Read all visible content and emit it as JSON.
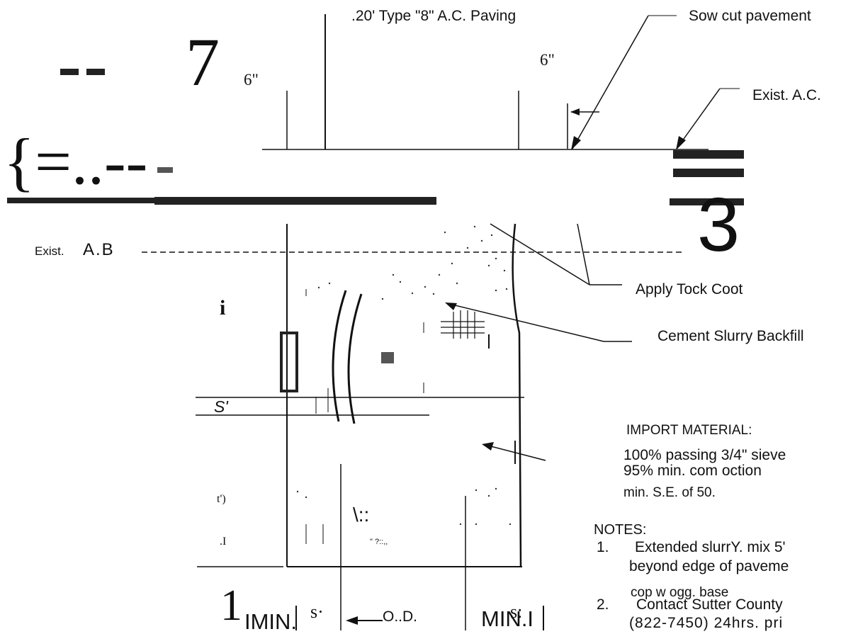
{
  "labels": {
    "paving": ".20' Type \"8\" A.C. Paving",
    "saw_cut": "Sow cut pavement",
    "exist_ac": "Exist. A.C.",
    "six_in_left": "6\"",
    "six_in_right": "6\"",
    "seven": "7",
    "three": "3",
    "brace_text": "{=..--",
    "exist_ab_prefix": "Exist.",
    "exist_ab_suffix": "A.B",
    "tack_coat": "Apply Tock Coot",
    "cement_slurry": "Cement Slurry Backfill",
    "s_prime": "S'",
    "i_mark": "i",
    "t_mark": "t')",
    "dot_i": ".I",
    "backslash_mark": "\\::",
    "noise_mark": "\" ?::,,",
    "one": "1",
    "s_left": "s·",
    "s_right": "s:",
    "od": "O..D.",
    "min_left": "IMIN.",
    "min_right": "MIN.I"
  },
  "import_material": {
    "heading": "IMPORT MATERIAL:",
    "line1": "100% passing 3/4\" sieve",
    "line2": "95% min. com oction",
    "line3": "min. S.E. of 50."
  },
  "notes": {
    "heading": "NOTES:",
    "n1_num": "1.",
    "n1_line1": "Extended slurrY. mix 5'",
    "n1_line2": "beyond edge of paveme",
    "n1_line3": "cop w ogg. base",
    "n2_num": "2.",
    "n2_line1": "Contact Sutter County",
    "n2_line2": "(822-7450) 24hrs. pri"
  }
}
